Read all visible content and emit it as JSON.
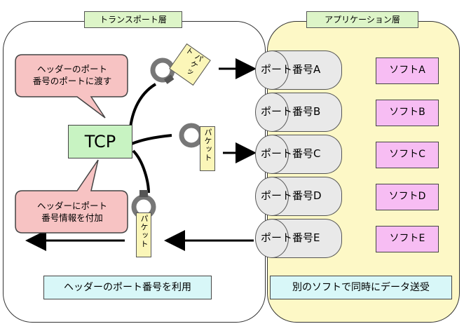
{
  "transport": {
    "title": "トランスポート層",
    "tcp": "TCP",
    "bottom_label": "ヘッダーのポート番号を利用"
  },
  "application": {
    "title": "アプリケーション層",
    "bottom_label": "別のソフトで同時にデータ送受"
  },
  "bubbles": {
    "top": "ヘッダーのポート\n番号のポートに渡す",
    "bottom": "ヘッダーにポート\n番号情報を付加"
  },
  "packet_label": "パケット",
  "ports": [
    "ポート番号A",
    "ポート番号B",
    "ポート番号C",
    "ポート番号D",
    "ポート番号E"
  ],
  "softs": [
    "ソフトA",
    "ソフトB",
    "ソフトC",
    "ソフトD",
    "ソフトE"
  ],
  "colors": {
    "layer_title": "#ddf5c8",
    "tcp_box": "#c8f3c2",
    "bubble": "#f7c3c3",
    "cyan_box": "#d8f7f8",
    "app_bg": "#fdf8c6",
    "soft": "#f7bdf3",
    "port": "#e9e9e9"
  }
}
